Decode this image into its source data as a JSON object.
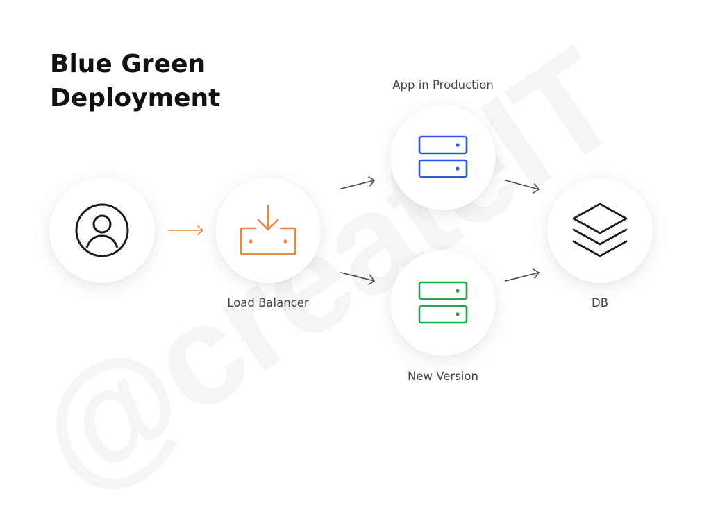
{
  "title": {
    "line1": "Blue Green",
    "line2": "Deployment"
  },
  "watermark": "@createIT",
  "nodes": {
    "user": {
      "icon": "user-icon"
    },
    "load_balancer": {
      "label": "Load Balancer",
      "icon": "download-tray-icon",
      "color": "#F5843A"
    },
    "production": {
      "label": "App in Production",
      "icon": "server-icon",
      "color": "#2B59E6"
    },
    "new_version": {
      "label": "New Version",
      "icon": "server-icon",
      "color": "#1FA84A"
    },
    "db": {
      "label": "DB",
      "icon": "layers-icon"
    }
  },
  "colors": {
    "arrow_user": "#F5843A",
    "arrow": "#4A4A4A",
    "icon_dark": "#1A1A1A"
  }
}
